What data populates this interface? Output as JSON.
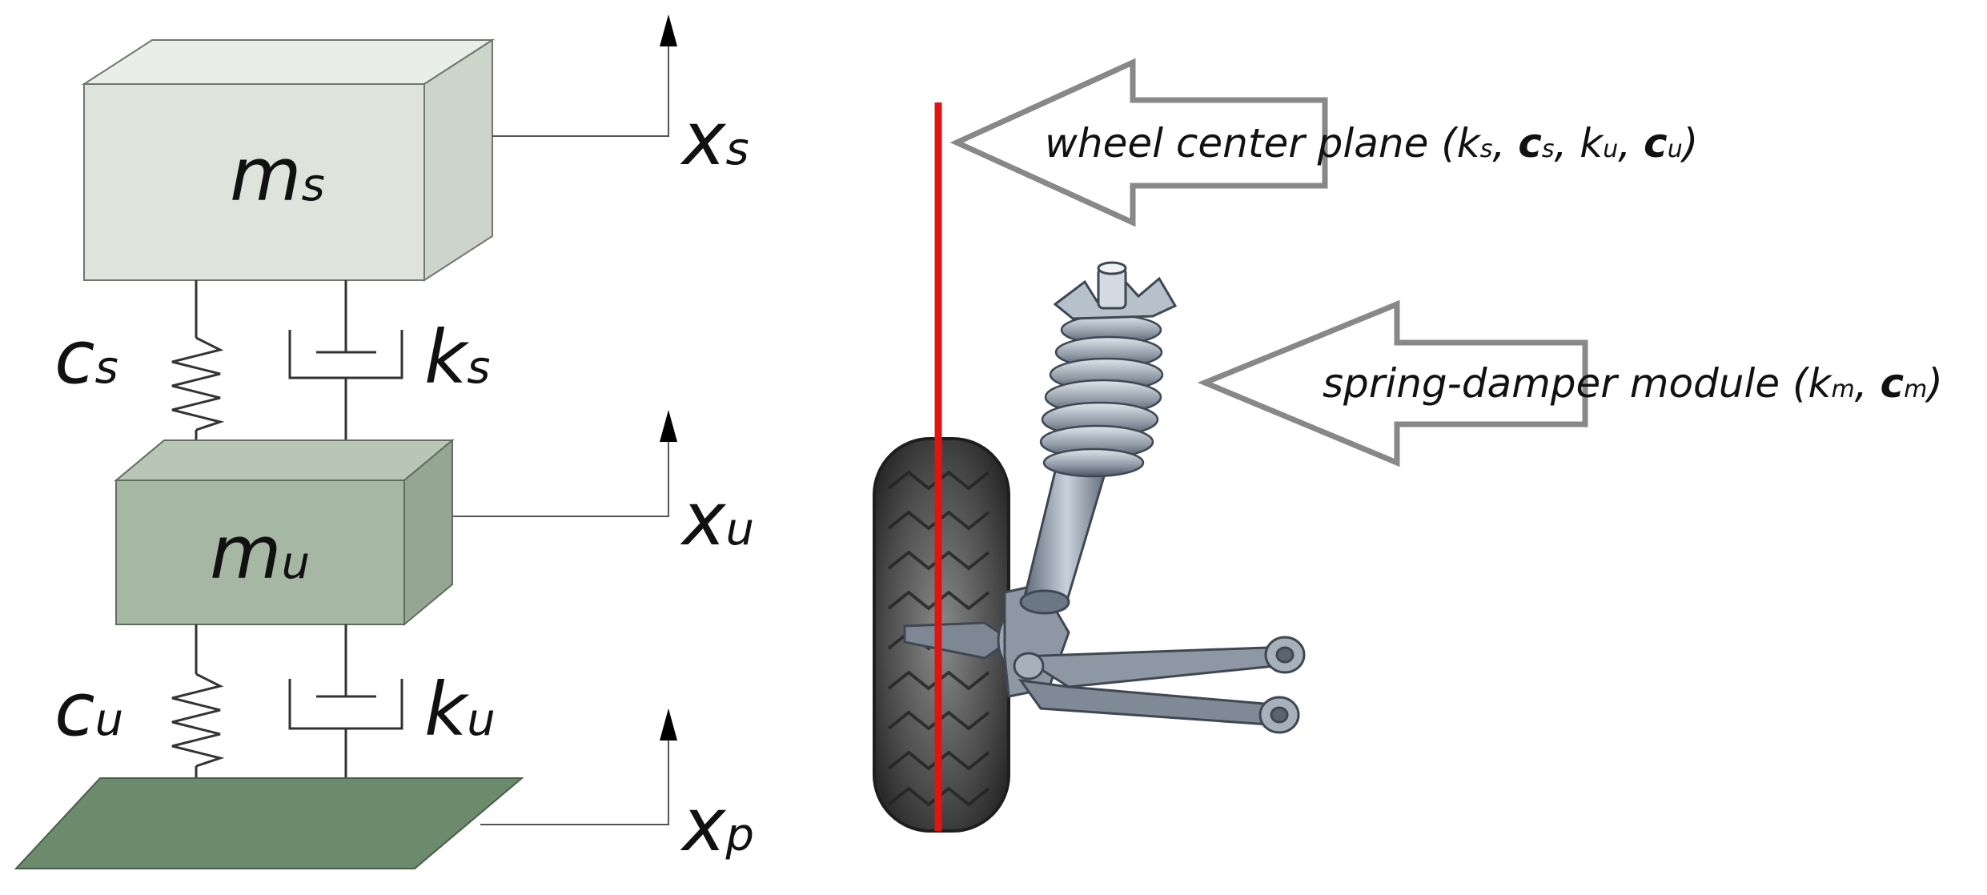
{
  "quarter_car_model": {
    "sprung_mass": {
      "base": "m",
      "sub": "s"
    },
    "unsprung_mass": {
      "base": "m",
      "sub": "u"
    },
    "sprung_displacement": {
      "base": "x",
      "sub": "s"
    },
    "unsprung_displacement": {
      "base": "x",
      "sub": "u"
    },
    "road_displacement": {
      "base": "x",
      "sub": "p"
    },
    "suspension_spring": {
      "base": "c",
      "sub": "s"
    },
    "suspension_damper": {
      "base": "k",
      "sub": "s"
    },
    "tire_spring": {
      "base": "c",
      "sub": "u"
    },
    "tire_damper": {
      "base": "k",
      "sub": "u"
    }
  },
  "annotations": {
    "wheel_center_plane": {
      "text": "wheel center plane (",
      "params": [
        {
          "base": "k",
          "sub": "s"
        },
        {
          "base": "c",
          "sub": "s"
        },
        {
          "base": "k",
          "sub": "u"
        },
        {
          "base": "c",
          "sub": "u"
        }
      ],
      "close": ")"
    },
    "spring_damper_module": {
      "text": "spring-damper module (",
      "params": [
        {
          "base": "k",
          "sub": "m"
        },
        {
          "base": "c",
          "sub": "m"
        }
      ],
      "close": ")"
    }
  },
  "colors": {
    "sprung_mass_front": "#dee4dc",
    "sprung_mass_top": "#eaeee8",
    "sprung_mass_side": "#cdd5cb",
    "unsprung_mass_front": "#a6b7a4",
    "unsprung_mass_top": "#b8c6b6",
    "unsprung_mass_side": "#95a793",
    "road": "#6c8a6c",
    "center_line": "#e11414",
    "arrow_outline": "#888888",
    "line": "#555555"
  }
}
